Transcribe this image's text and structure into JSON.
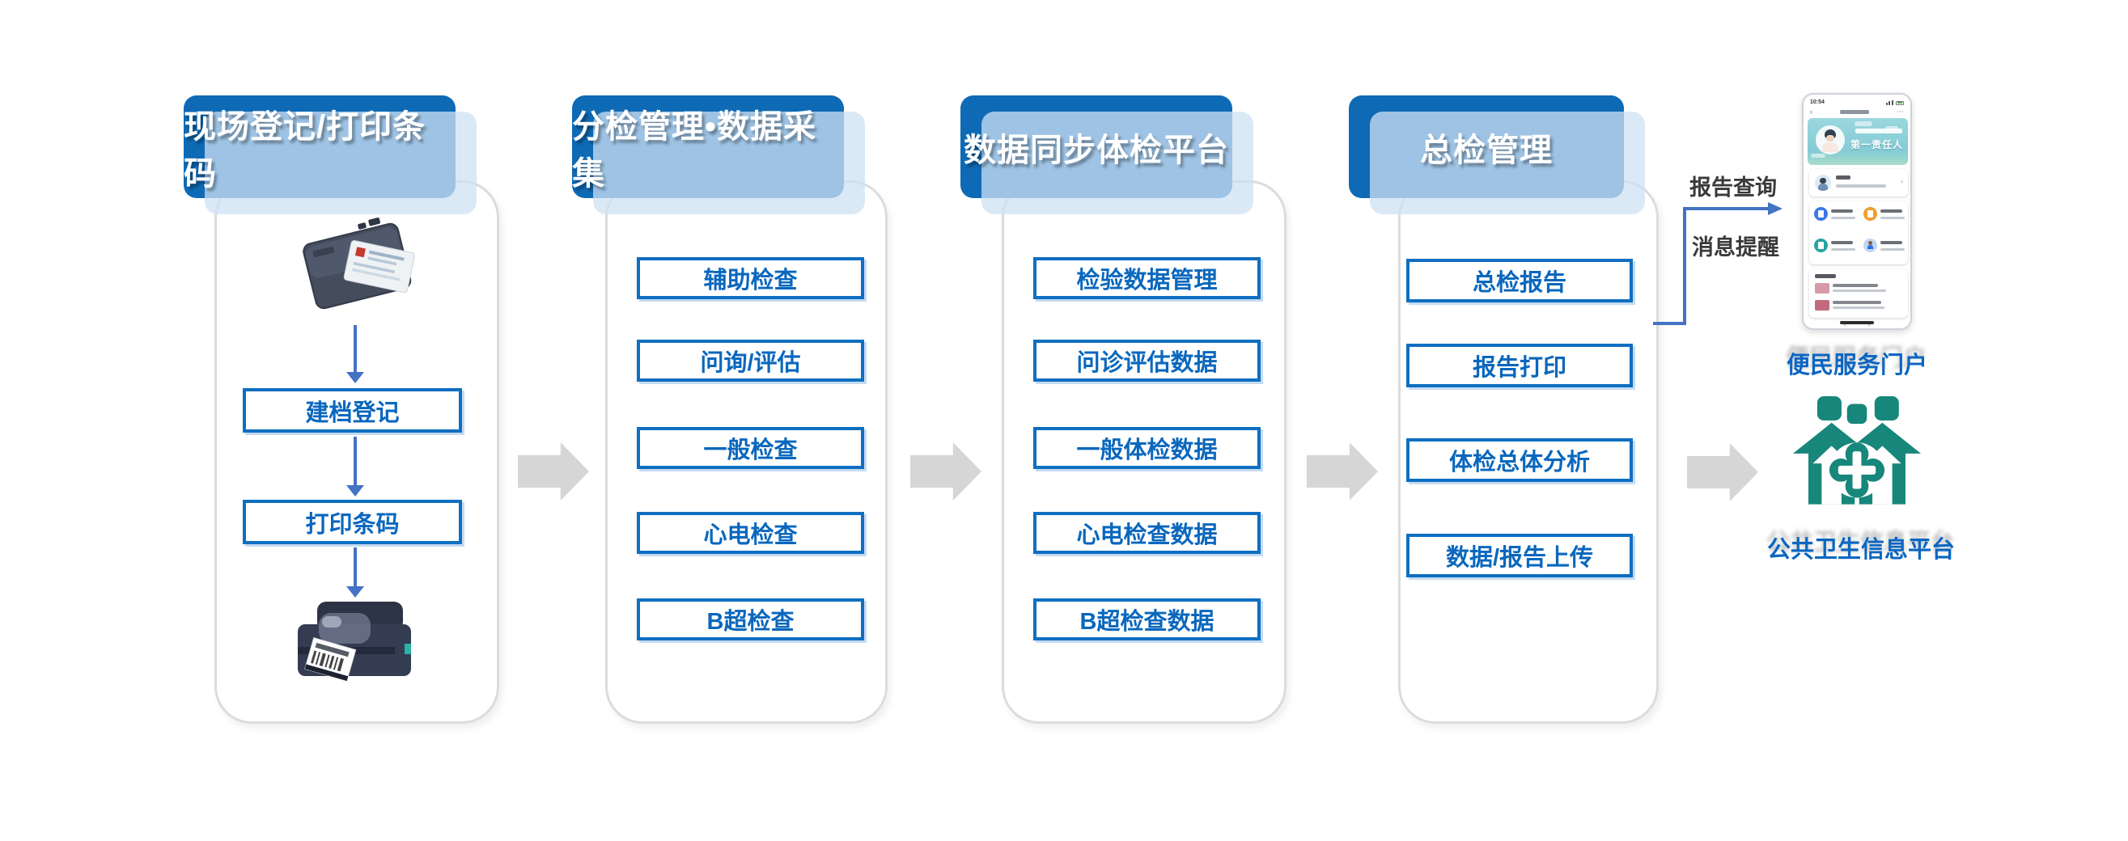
{
  "columns": [
    {
      "header": "现场登记/打印条码",
      "boxes": [
        "建档登记",
        "打印条码"
      ]
    },
    {
      "header": "分检管理•数据采集",
      "buttons": [
        "辅助检查",
        "问询/评估",
        "一般检查",
        "心电检查",
        "B超检查"
      ]
    },
    {
      "header": "数据同步体检平台",
      "buttons": [
        "检验数据管理",
        "问诊评估数据",
        "一般体检数据",
        "心电检查数据",
        "B超检查数据"
      ]
    },
    {
      "header": "总检管理",
      "buttons": [
        "总检报告",
        "报告打印",
        "体检总体分析",
        "数据/报告上传"
      ]
    }
  ],
  "connector": {
    "labels": [
      "报告查询",
      "消息提醒"
    ]
  },
  "portal": {
    "caption": "便民服务门户",
    "phone": {
      "status_time": "10:54",
      "banner_slogan": "第一责任人",
      "nav_back": "‹",
      "nav_more": "⋯",
      "card_chevron": "›",
      "pagination_prev": "‹",
      "pagination_next": "›"
    }
  },
  "platform": {
    "caption": "公共卫生信息平台"
  },
  "colors": {
    "header_blue": "#0f6ab5",
    "button_blue": "#0e6fc1",
    "button_text": "#0a67bd",
    "connector_blue": "#4472c4",
    "arrow_gray": "#d6d6d6",
    "panel_border": "#dcdcdc",
    "caption_blue": "#0c66c2",
    "teal": "#17867b",
    "label_dark": "#3a3a3a",
    "banner_teal": "#84cbd5"
  }
}
